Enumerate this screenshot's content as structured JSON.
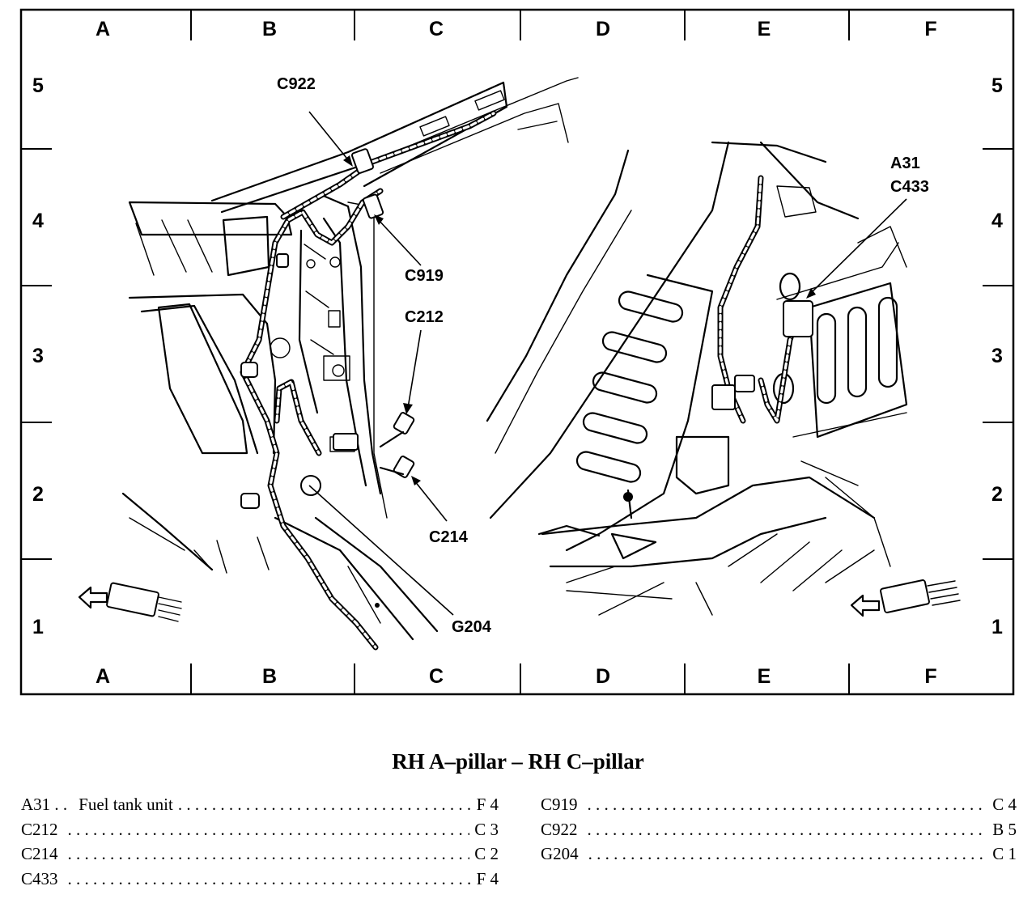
{
  "grid": {
    "columns": [
      "A",
      "B",
      "C",
      "D",
      "E",
      "F"
    ],
    "rows": [
      "5",
      "4",
      "3",
      "2",
      "1"
    ]
  },
  "callouts": {
    "c922": "C922",
    "c919": "C919",
    "c212": "C212",
    "c214": "C214",
    "g204": "G204",
    "a31": "A31",
    "c433": "C433"
  },
  "caption": "RH A–pillar – RH C–pillar",
  "legend": {
    "left": [
      {
        "code": "A31 . .",
        "description": "Fuel tank unit",
        "location": "F 4"
      },
      {
        "code": "C212",
        "description": "",
        "location": "C 3"
      },
      {
        "code": "C214",
        "description": "",
        "location": "C 2"
      },
      {
        "code": "C433",
        "description": "",
        "location": "F 4"
      }
    ],
    "right": [
      {
        "code": "C919",
        "description": "",
        "location": "C 4"
      },
      {
        "code": "C922",
        "description": "",
        "location": "B 5"
      },
      {
        "code": "G204",
        "description": "",
        "location": "C 1"
      }
    ]
  }
}
